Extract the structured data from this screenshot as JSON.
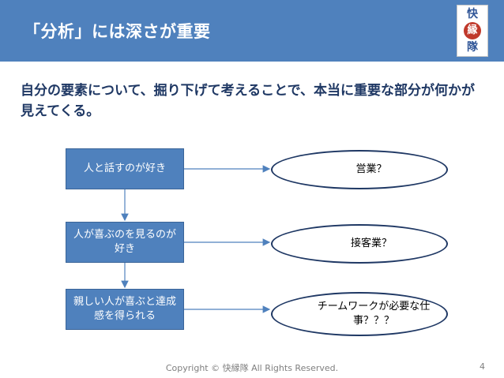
{
  "header": {
    "title": "「分析」には深さが重要",
    "logo_chars": [
      "快",
      "縁",
      "隊"
    ]
  },
  "intro": "自分の要素について、掘り下げて考えることで、本当に重要な部分が何かが見えてくる。",
  "flow": {
    "items": [
      {
        "reason": "人と話すのが好き",
        "job": "営業？"
      },
      {
        "reason": "人が喜ぶのを見るのが好き",
        "job": "接客業？"
      },
      {
        "reason": "親しい人が喜ぶと達成感を得られる",
        "job": "チームワークが必要な仕事？？？"
      }
    ]
  },
  "footer": {
    "copyright": "Copyright © 快縁隊 All Rights Reserved.",
    "page": "4"
  },
  "colors": {
    "header_bg": "#4f81bd",
    "box_bg": "#4f81bd",
    "ellipse_border": "#1f3864",
    "intro_text": "#1f3864"
  }
}
